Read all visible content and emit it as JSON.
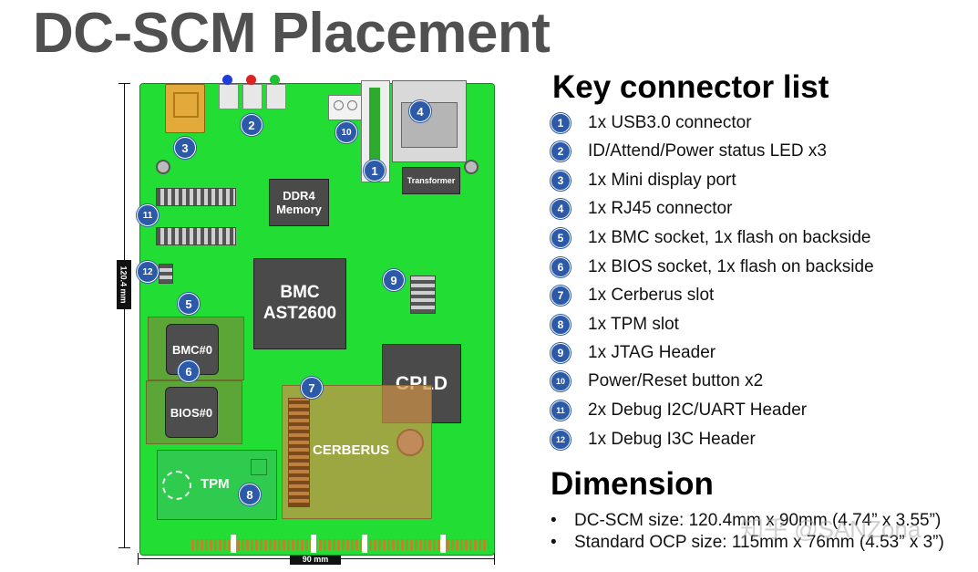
{
  "title": "DC-SCM Placement",
  "board": {
    "components": {
      "ddr4": "DDR4\nMemory",
      "bmc": "BMC\nAST2600",
      "transformer": "Transformer",
      "cpld": "CPLD",
      "bmc0": "BMC#0",
      "bios0": "BIOS#0",
      "cerberus": "CERBERUS",
      "tpm": "TPM"
    },
    "dimensions": {
      "height": "120.4 mm",
      "width": "90 mm"
    }
  },
  "key_connectors": {
    "heading": "Key connector list",
    "items": [
      {
        "num": "1",
        "text": "1x USB3.0 connector"
      },
      {
        "num": "2",
        "text": "ID/Attend/Power status LED x3"
      },
      {
        "num": "3",
        "text": "1x Mini display port"
      },
      {
        "num": "4",
        "text": "1x RJ45 connector"
      },
      {
        "num": "5",
        "text": "1x BMC socket, 1x flash on backside"
      },
      {
        "num": "6",
        "text": "1x BIOS socket, 1x flash on backside"
      },
      {
        "num": "7",
        "text": "1x Cerberus slot"
      },
      {
        "num": "8",
        "text": "1x TPM slot"
      },
      {
        "num": "9",
        "text": "1x JTAG Header"
      },
      {
        "num": "10",
        "text": "Power/Reset button x2"
      },
      {
        "num": "11",
        "text": "2x Debug I2C/UART Header"
      },
      {
        "num": "12",
        "text": "1x Debug I3C Header"
      }
    ]
  },
  "dimension": {
    "heading": "Dimension",
    "items": [
      "DC-SCM size: 120.4mm x 90mm (4.74” x 3.55”)",
      "Standard OCP size: 115mm x 76mm (4.53” x 3”)"
    ]
  },
  "watermark": "知乎 @SANZona",
  "colors": {
    "board": "#22dd33",
    "badge": "#2d5aa8",
    "chip": "#4a4a4a",
    "title": "#505050"
  }
}
